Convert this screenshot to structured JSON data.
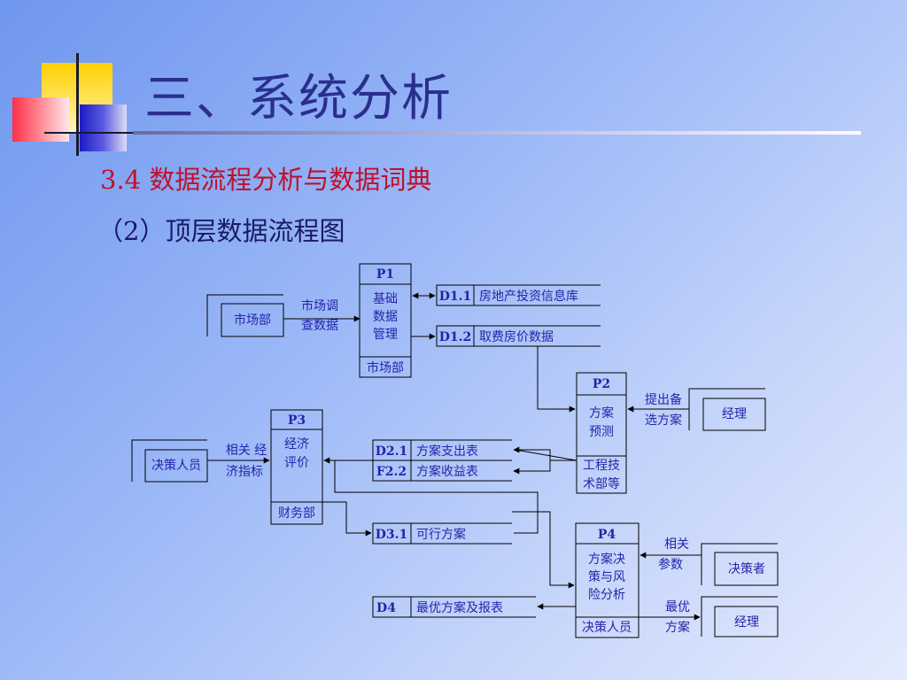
{
  "title": "三、系统分析",
  "subtitle1": "3.4 数据流程分析与数据词典",
  "subtitle2": "（2）顶层数据流程图",
  "accent_colors": {
    "title": "#2a2f8f",
    "subtitle1": "#c0102a",
    "diagram_text": "#2424a8",
    "deco_yellow": "#ffd21e",
    "deco_red": "#ff3b4e",
    "deco_blue": "#2a2ad0"
  },
  "processes": {
    "p1": {
      "id": "P1",
      "lines": [
        "基础",
        "数据",
        "管理"
      ],
      "location": "市场部"
    },
    "p2": {
      "id": "P2",
      "lines": [
        "方案",
        "预测"
      ],
      "location_lines": [
        "工程技",
        "术部等"
      ]
    },
    "p3": {
      "id": "P3",
      "lines": [
        "经济",
        "评价"
      ],
      "location": "财务部"
    },
    "p4": {
      "id": "P4",
      "lines": [
        "方案决",
        "策与风",
        "险分析"
      ],
      "location": "决策人员"
    }
  },
  "externals": {
    "market": "市场部",
    "manager1": "经理",
    "decision_staff": "决策人员",
    "decision_maker": "决策者",
    "manager2": "经理"
  },
  "stores": {
    "d11": {
      "id": "D1.1",
      "name": "房地产投资信息库"
    },
    "d12": {
      "id": "D1.2",
      "name": "取费房价数据"
    },
    "d21": {
      "id": "D2.1",
      "name": "方案支出表"
    },
    "f22": {
      "id": "F2.2",
      "name": "方案收益表"
    },
    "d31": {
      "id": "D3.1",
      "name": "可行方案"
    },
    "d4": {
      "id": "D4",
      "name": "最优方案及报表"
    }
  },
  "flows": {
    "market_survey": [
      "市场调",
      "查数据"
    ],
    "propose_plan": [
      "提出备",
      "选方案"
    ],
    "econ_index": [
      "相关 经",
      "济指标"
    ],
    "related_params": [
      "相关",
      "参数"
    ],
    "best_plan": [
      "最优",
      "方案"
    ]
  }
}
